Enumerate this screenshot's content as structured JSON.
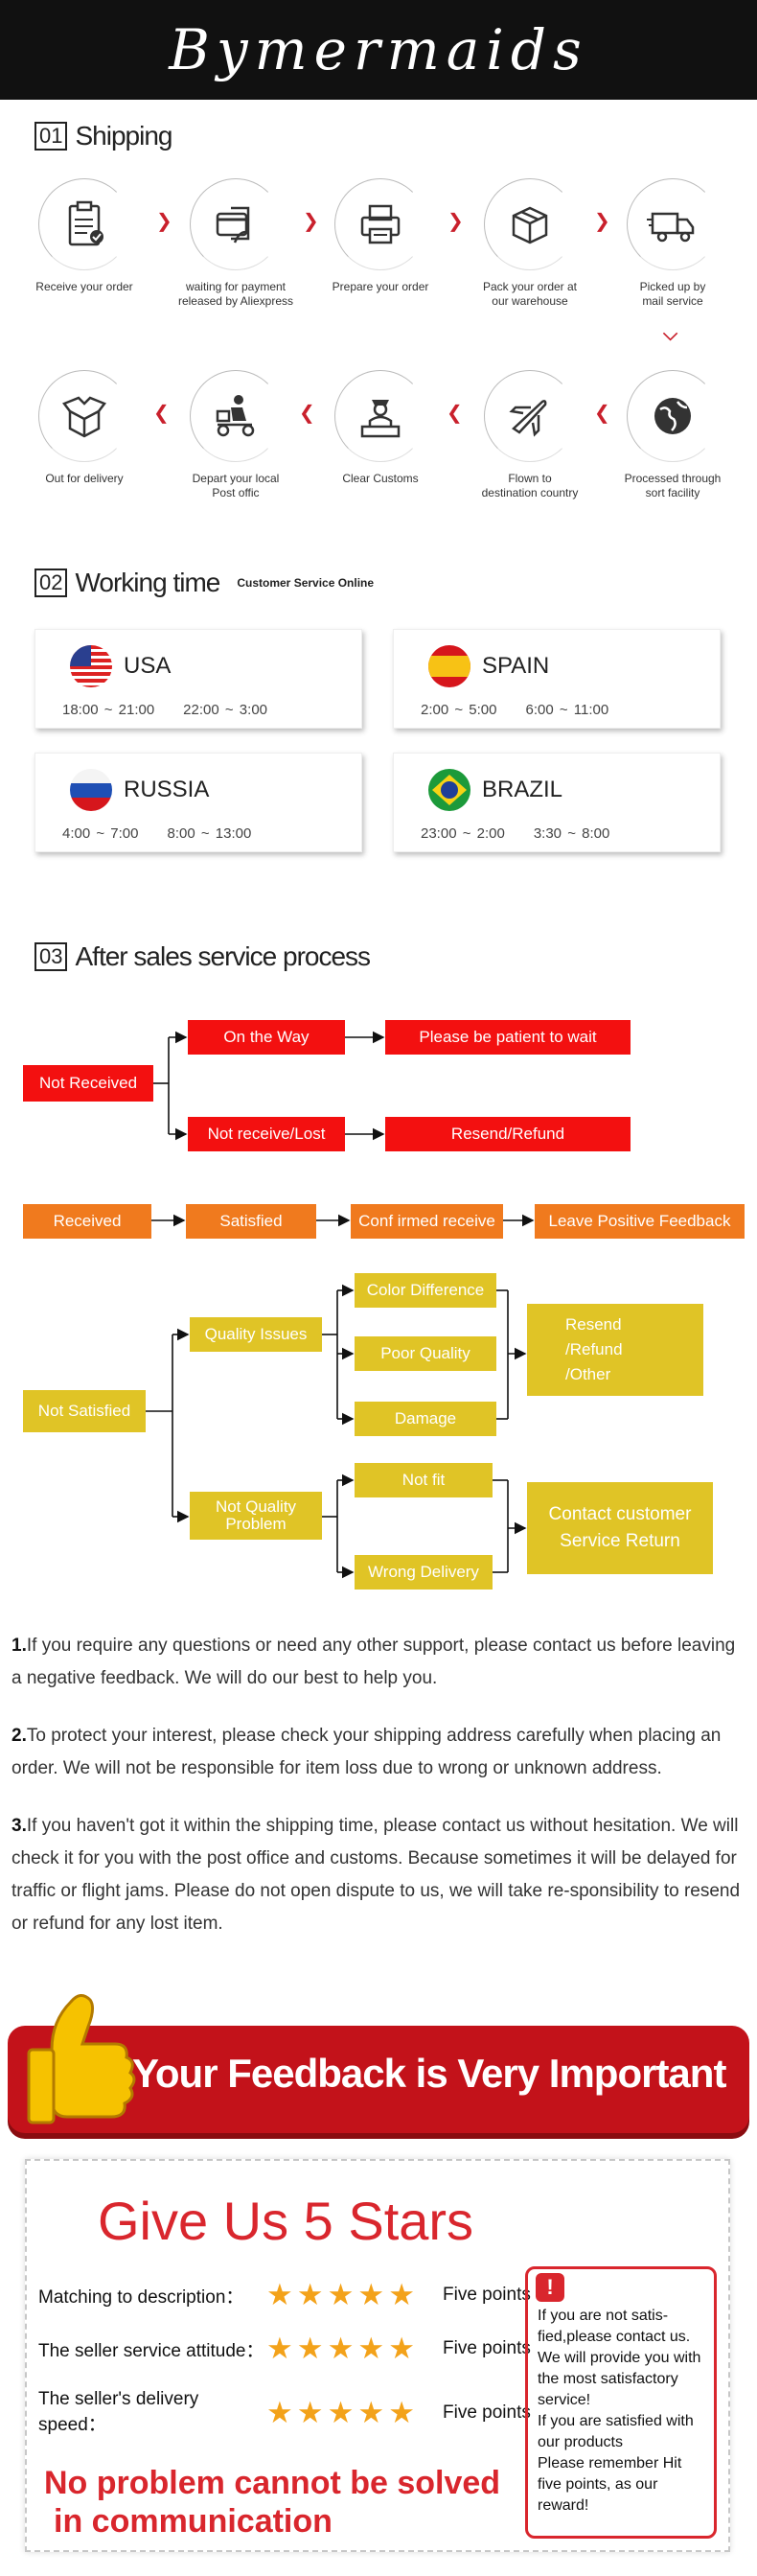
{
  "brand": "Bymermaids",
  "shipping": {
    "num": "01",
    "title": "Shipping",
    "steps": [
      {
        "label": "Receive your order",
        "icon": "clipboard-icon"
      },
      {
        "label": "waiting for payment\nreleased by Aliexpress",
        "icon": "card-icon"
      },
      {
        "label": "Prepare your order",
        "icon": "printer-icon"
      },
      {
        "label": "Pack your order at\nour warehouse",
        "icon": "box-icon"
      },
      {
        "label": "Picked up by\nmail service",
        "icon": "truck-icon"
      },
      {
        "label": "Out  for delivery",
        "icon": "open-box-icon"
      },
      {
        "label": "Depart your local\nPost offic",
        "icon": "courier-icon"
      },
      {
        "label": "Clear Customs",
        "icon": "officer-icon"
      },
      {
        "label": "Flown to\ndestination country",
        "icon": "airplane-icon"
      },
      {
        "label": "Processed through\nsort facility",
        "icon": "globe-icon"
      }
    ]
  },
  "working": {
    "num": "02",
    "title": "Working time",
    "subtitle": "Customer Service Online",
    "cards": [
      {
        "country": "USA",
        "t1": "18:00 ~ 21:00",
        "t2": "22:00 ~ 3:00"
      },
      {
        "country": "SPAIN",
        "t1": "2:00 ~ 5:00",
        "t2": "6:00 ~ 11:00"
      },
      {
        "country": "RUSSIA",
        "t1": "4:00 ~ 7:00",
        "t2": "8:00 ~ 13:00"
      },
      {
        "country": "BRAZIL",
        "t1": "23:00 ~ 2:00",
        "t2": "3:30 ~ 8:00"
      }
    ]
  },
  "aftersales": {
    "num": "03",
    "title": "After sales service process",
    "not_received": "Not Received",
    "on_the_way": "On the Way",
    "be_patient": "Please be patient to wait",
    "not_receive_lost": "Not receive/Lost",
    "resend_refund": "Resend/Refund",
    "received": "Received",
    "satisfied": "Satisfied",
    "confirmed": "Conf irmed receive",
    "leave_feedback": "Leave Positive Feedback",
    "not_satisfied": "Not Satisfied",
    "quality_issues": "Quality Issues",
    "color_difference": "Color Difference",
    "poor_quality": "Poor Quality",
    "damage": "Damage",
    "resend_refund_other": "Resend\n/Refund\n/Other",
    "not_quality_problem": "Not Quality\nProblem",
    "not_fit": "Not fit",
    "wrong_delivery": "Wrong Delivery",
    "contact_return": "Contact customer\nService Return"
  },
  "notes": [
    {
      "num": "1.",
      "text": "If you require any questions or need any other support, please contact us before leaving a negative feedback. We will do our best to help you."
    },
    {
      "num": "2.",
      "text": "To protect your interest, please check your shipping address carefully when placing an order. We will not be responsible for item loss due to wrong or unknown address."
    },
    {
      "num": "3.",
      "text": "If you haven't got it within the shipping time, please contact us without hesitation. We will check it for you with the post office and customs. Because sometimes it will be delayed for traffic or flight jams. Please do not open dispute to us, we will take re-sponsibility to resend or refund for any lost item."
    }
  ],
  "banner": "Your Feedback is Very Important",
  "stars": {
    "title": "Give Us 5 Stars",
    "rows": [
      {
        "label": "Matching to description：",
        "points": "Five points"
      },
      {
        "label": "The seller service attitude：",
        "points": "Five points"
      },
      {
        "label": "The seller's delivery speed：",
        "points": "Five points"
      }
    ],
    "slogan1": "No problem cannot be solved",
    "slogan2": "in communication",
    "note": "If you are not satis-\nfied,please contact us.\nWe will provide you with\nthe most satisfactory\nservice!\nIf you are satisfied with\nour products\nPlease remember Hit\nfive points, as our\nreward!",
    "bang": "!"
  },
  "colors": {
    "accent": "#c9202c",
    "red": "#f31010",
    "orange": "#f07a1e",
    "yellow": "#e0c426"
  }
}
